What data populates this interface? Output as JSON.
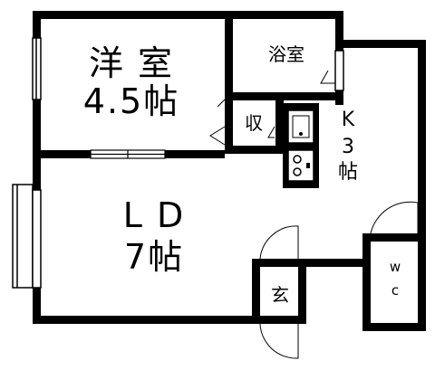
{
  "rooms": {
    "western": {
      "name": "洋 室",
      "size": "4.5帖"
    },
    "bath": {
      "name": "浴室"
    },
    "storage": {
      "name": "収"
    },
    "kitchen": {
      "k": "K",
      "size_num": "3",
      "size_unit": "帖"
    },
    "ld": {
      "name": "L D",
      "size": "7帖"
    },
    "entrance": {
      "name": "玄"
    },
    "wc": {
      "w": "w",
      "c": "c"
    }
  },
  "colors": {
    "wall": "#000000",
    "background": "#ffffff",
    "line": "#555555"
  }
}
